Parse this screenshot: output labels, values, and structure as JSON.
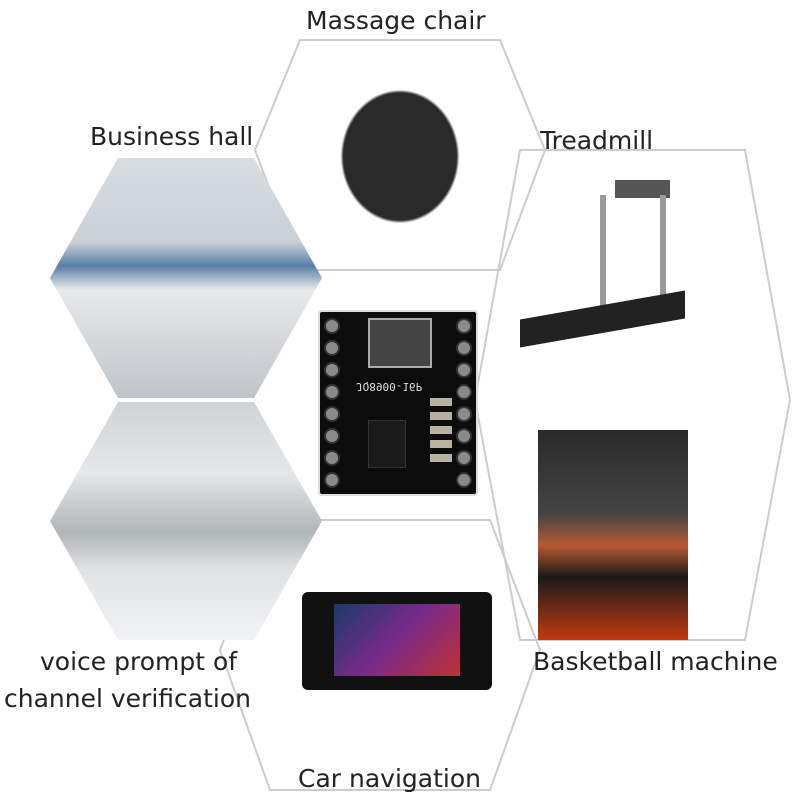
{
  "labels": {
    "massage_chair": "Massage chair",
    "business_hall": "Business hall",
    "treadmill": "Treadmill",
    "channel_line1": "voice prompt of",
    "channel_line2": "channel verification",
    "basketball": "Basketball machine",
    "car_navigation": "Car navigation"
  },
  "board": {
    "model": "JQ8900-16P"
  },
  "colors": {
    "outline": "#cccccc",
    "text": "#222222",
    "board": "#0c0c0c"
  }
}
